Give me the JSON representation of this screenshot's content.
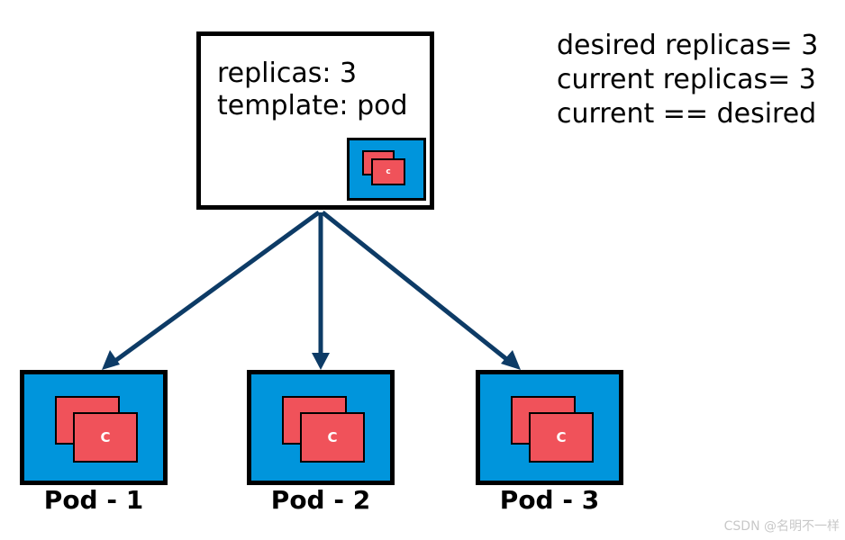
{
  "replicaset": {
    "replicas_text": "replicas: 3",
    "template_text": "template: pod",
    "mini_container_label": "c"
  },
  "status": {
    "desired": "desired replicas= 3",
    "current": "current replicas= 3",
    "comparison": "current == desired"
  },
  "pods": [
    {
      "label": "Pod - 1",
      "container_label": "C"
    },
    {
      "label": "Pod - 2",
      "container_label": "C"
    },
    {
      "label": "Pod - 3",
      "container_label": "C"
    }
  ],
  "colors": {
    "pod_blue": "#0095dc",
    "container_red": "#f0525a",
    "arrow_navy": "#0d3b66"
  },
  "watermark": "CSDN @名明不一样"
}
